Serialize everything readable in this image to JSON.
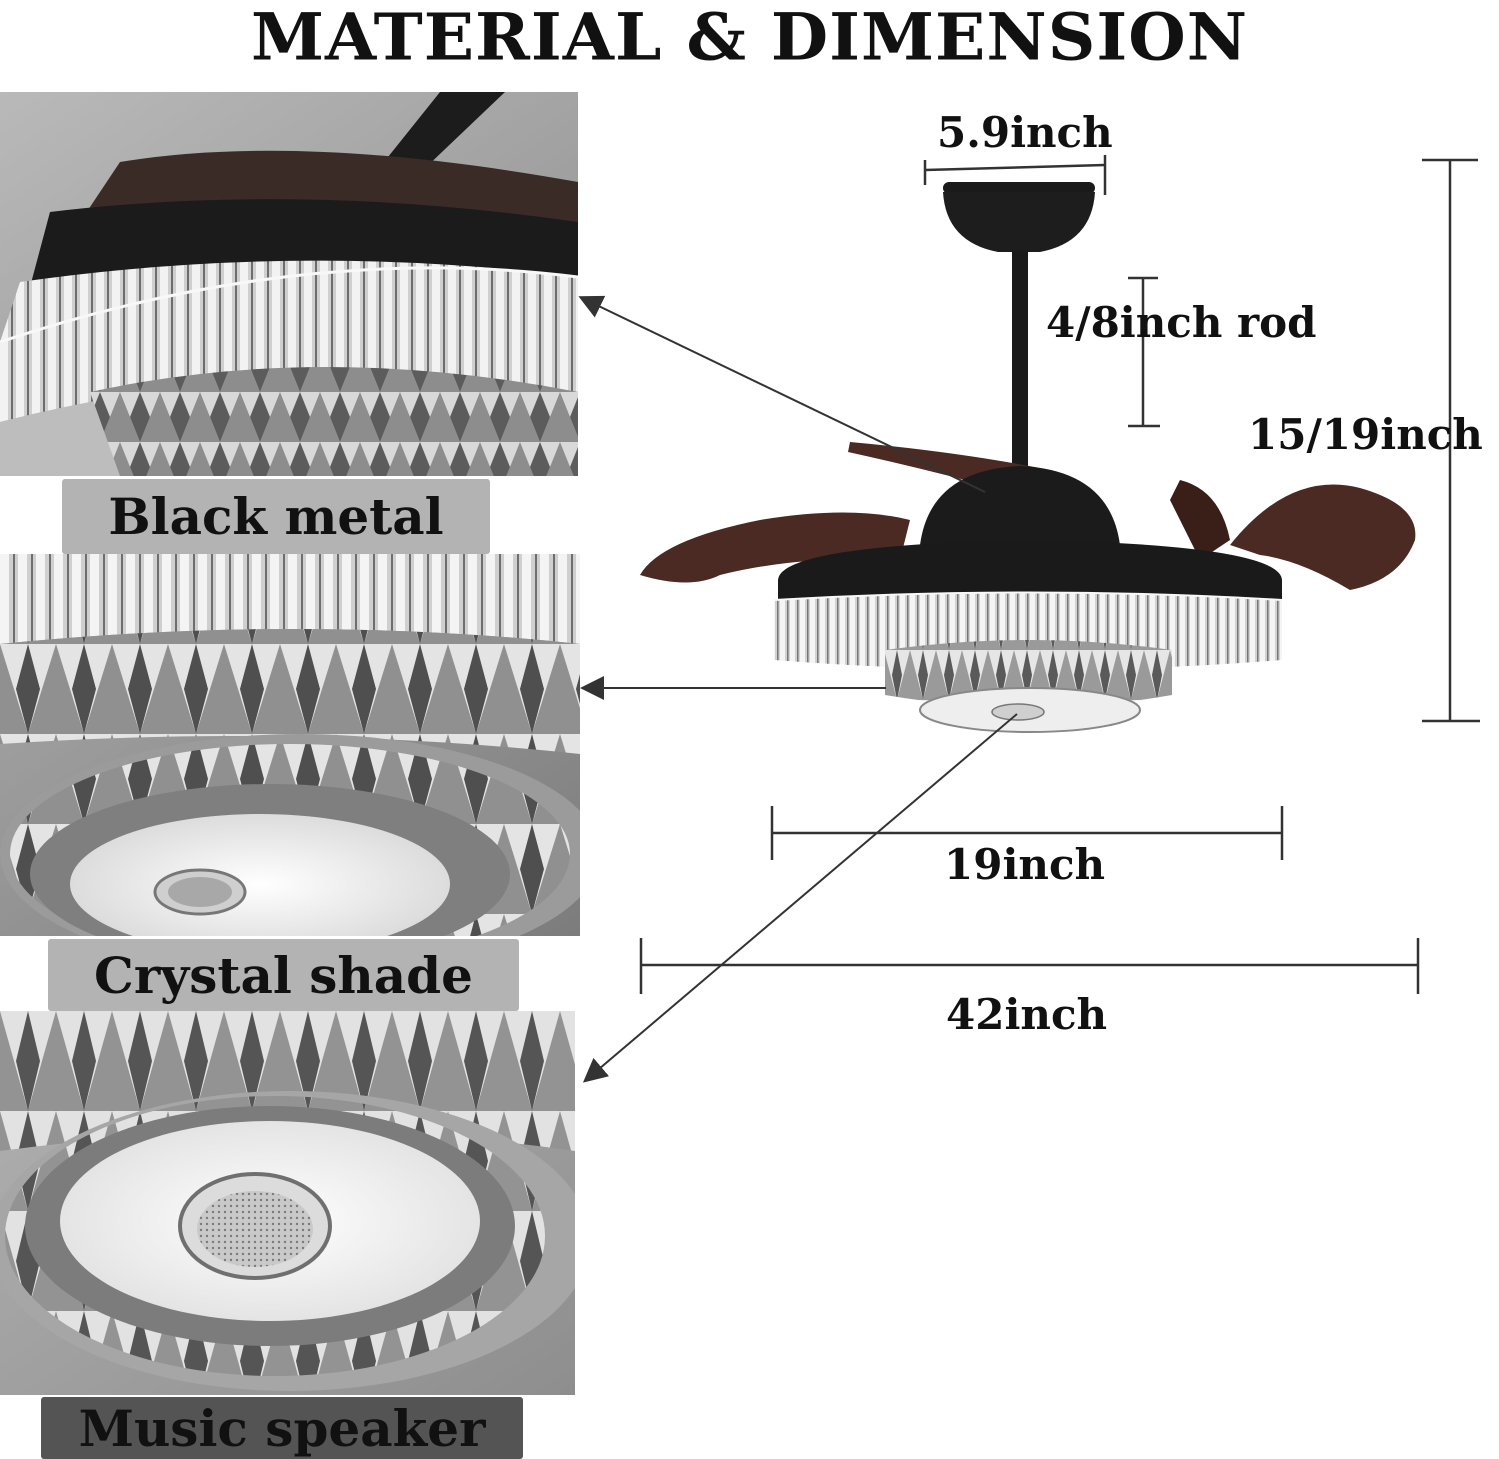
{
  "title": "MATERIAL & DIMENSION",
  "labels": {
    "black_metal": "Black metal",
    "crystal_shade": "Crystal shade",
    "music_speaker": "Music speaker"
  },
  "dimensions": {
    "canopy": "5.9inch",
    "rod": "4/8inch rod",
    "height": "15/19inch",
    "retracted_width": "19inch",
    "extended_width": "42inch"
  },
  "colors": {
    "metal": "#1a1a1a",
    "blade": "#4a2a22",
    "label_bg_light": "#b3b3b3",
    "label_bg_dark": "#545454"
  }
}
